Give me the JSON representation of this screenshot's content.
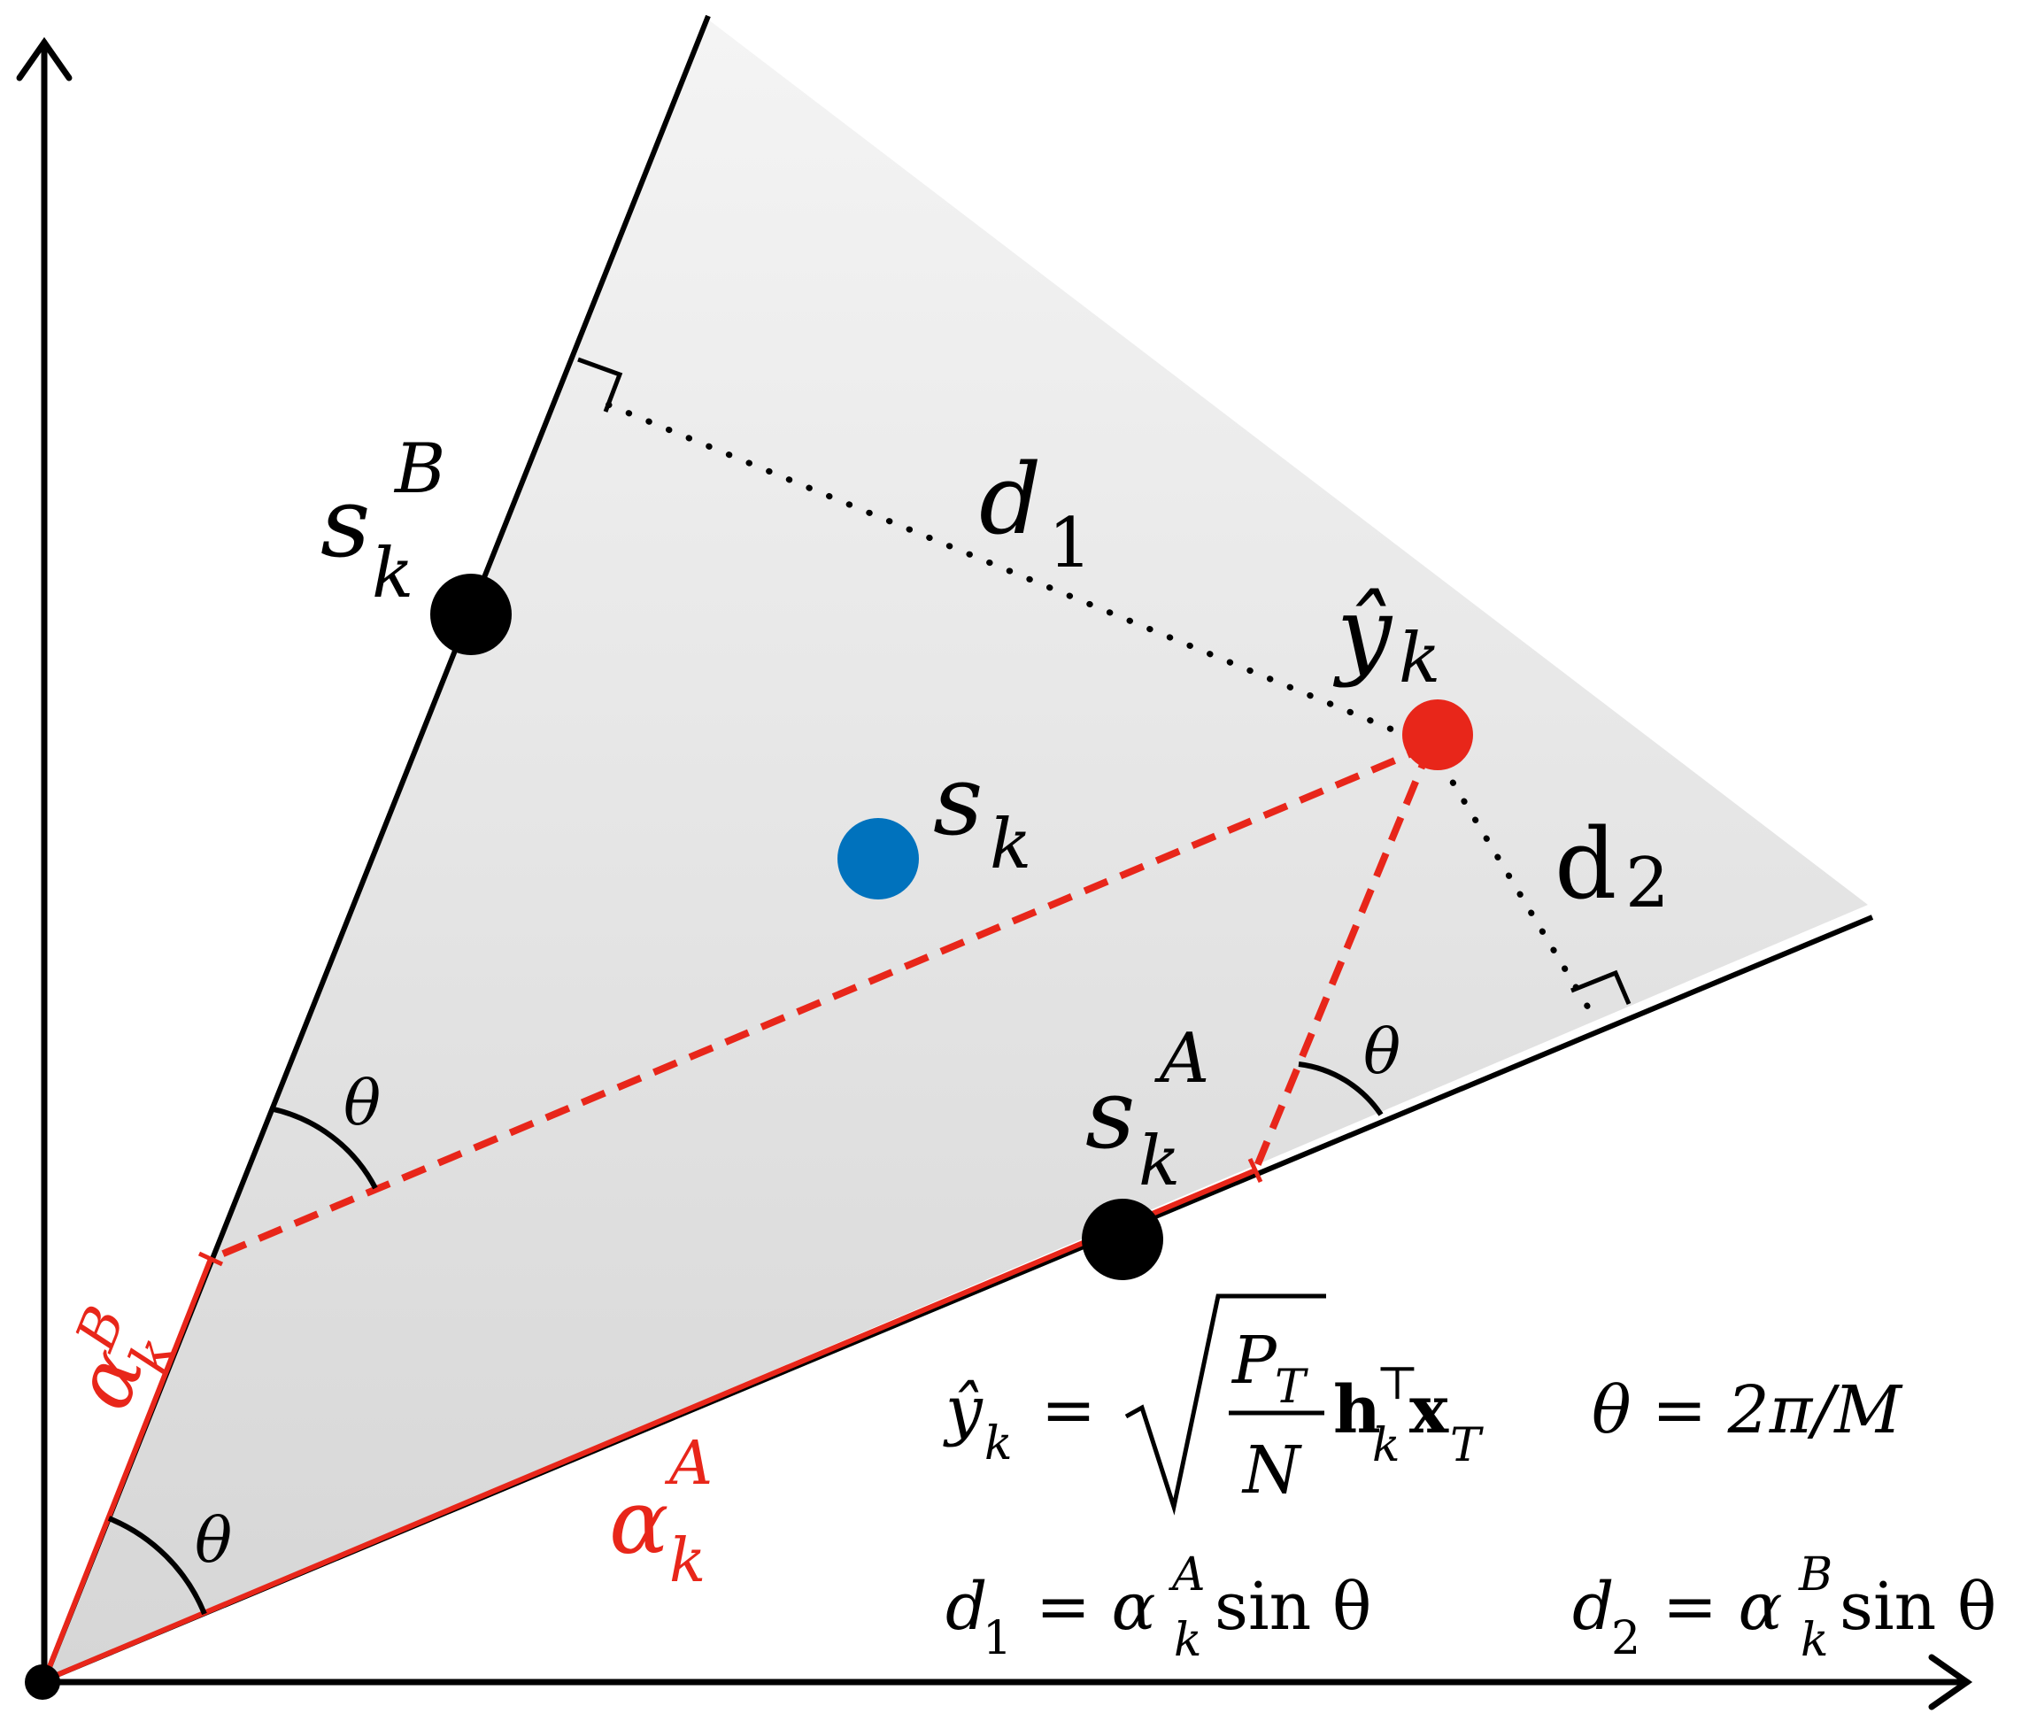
{
  "colors": {
    "region_fill_top": "#f4f4f4",
    "region_fill_bottom": "#d6d6d6",
    "axis": "#000000",
    "constellation_point": "#000000",
    "received_point": "#e8261a",
    "symbol_point": "#0072bd",
    "projection": "#e8261a"
  },
  "labels": {
    "sB": {
      "base": "s",
      "sub": "k",
      "sup": "B"
    },
    "sA": {
      "base": "s",
      "sub": "k",
      "sup": "A"
    },
    "sk": {
      "base": "s",
      "sub": "k"
    },
    "yhat": {
      "base": "ŷ",
      "sub": "k"
    },
    "d1": {
      "base": "d",
      "sub": "1"
    },
    "d2": {
      "base": "d",
      "sub": "2"
    },
    "theta": "θ",
    "alphaB": {
      "base": "α",
      "sub": "k",
      "sup": "B"
    },
    "alphaA": {
      "base": "α",
      "sub": "k",
      "sup": "A"
    }
  },
  "equations": {
    "yhat": {
      "lhs": "ŷ",
      "lhs_sub": "k",
      "eq": "=",
      "num": "P",
      "num_sub": "T",
      "den": "N",
      "h": "h",
      "h_sub": "k",
      "h_sup": "⊤",
      "x": "x",
      "x_sub": "T"
    },
    "theta": "θ = 2π/M",
    "d1": {
      "lhs": "d",
      "lhs_sub": "1",
      "rhs": "= α",
      "alpha_sub": "k",
      "alpha_sup": "A",
      "tail": "sin θ"
    },
    "d2": {
      "lhs": "d",
      "lhs_sub": "2",
      "rhs": "= α",
      "alpha_sub": "k",
      "alpha_sup": "B",
      "tail": "sin θ"
    }
  }
}
